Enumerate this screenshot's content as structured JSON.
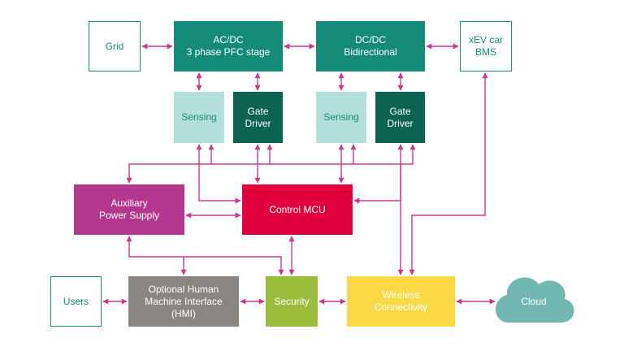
{
  "colors": {
    "connector": "#c8388e",
    "outline": "#1a8a7a",
    "teal": "#148a78",
    "dark_green": "#0b6452",
    "light_teal": "#b2dfd9",
    "magenta": "#b3378e",
    "red": "#e0003c",
    "grey": "#8a8580",
    "green": "#9bbd3c",
    "yellow": "#fbd845",
    "cloud": "#72b7b1"
  },
  "nodes": {
    "grid": {
      "label": "Grid"
    },
    "acdc": {
      "line1": "AC/DC",
      "line2": "3 phase PFC stage"
    },
    "dcdc": {
      "line1": "DC/DC",
      "line2": "Bidirectional"
    },
    "xev": {
      "line1": "xEV car",
      "line2": "BMS"
    },
    "sensing_1": {
      "label": "Sensing"
    },
    "gate_driver_1": {
      "line1": "Gate",
      "line2": "Driver"
    },
    "sensing_2": {
      "label": "Sensing"
    },
    "gate_driver_2": {
      "line1": "Gate",
      "line2": "Driver"
    },
    "aux_power": {
      "line1": "Auxiliary",
      "line2": "Power Supply"
    },
    "control_mcu": {
      "label": "Control MCU"
    },
    "users": {
      "label": "Users"
    },
    "hmi": {
      "line1": "Optional Human",
      "line2": "Machine Interface",
      "line3": "(HMI)"
    },
    "security": {
      "label": "Security"
    },
    "wireless": {
      "line1": "Wireless",
      "line2": "Connectivity"
    },
    "cloud": {
      "label": "Cloud"
    }
  }
}
